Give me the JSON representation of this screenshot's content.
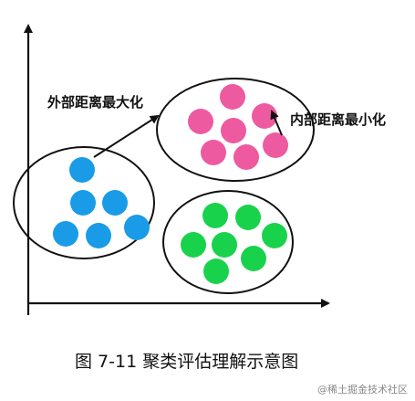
{
  "labels": {
    "outer_distance": "外部距离最大化",
    "inner_distance": "内部距离最小化"
  },
  "caption": "图 7-11  聚类评估理解示意图",
  "watermark": "@稀土掘金技术社区",
  "colors": {
    "blue_cluster": "#1a9be8",
    "pink_cluster": "#ee5aa0",
    "green_cluster": "#19d24c",
    "line": "#111111"
  },
  "clusters": [
    {
      "name": "blue",
      "point_count": 6
    },
    {
      "name": "pink",
      "point_count": 7
    },
    {
      "name": "green",
      "point_count": 7
    }
  ]
}
